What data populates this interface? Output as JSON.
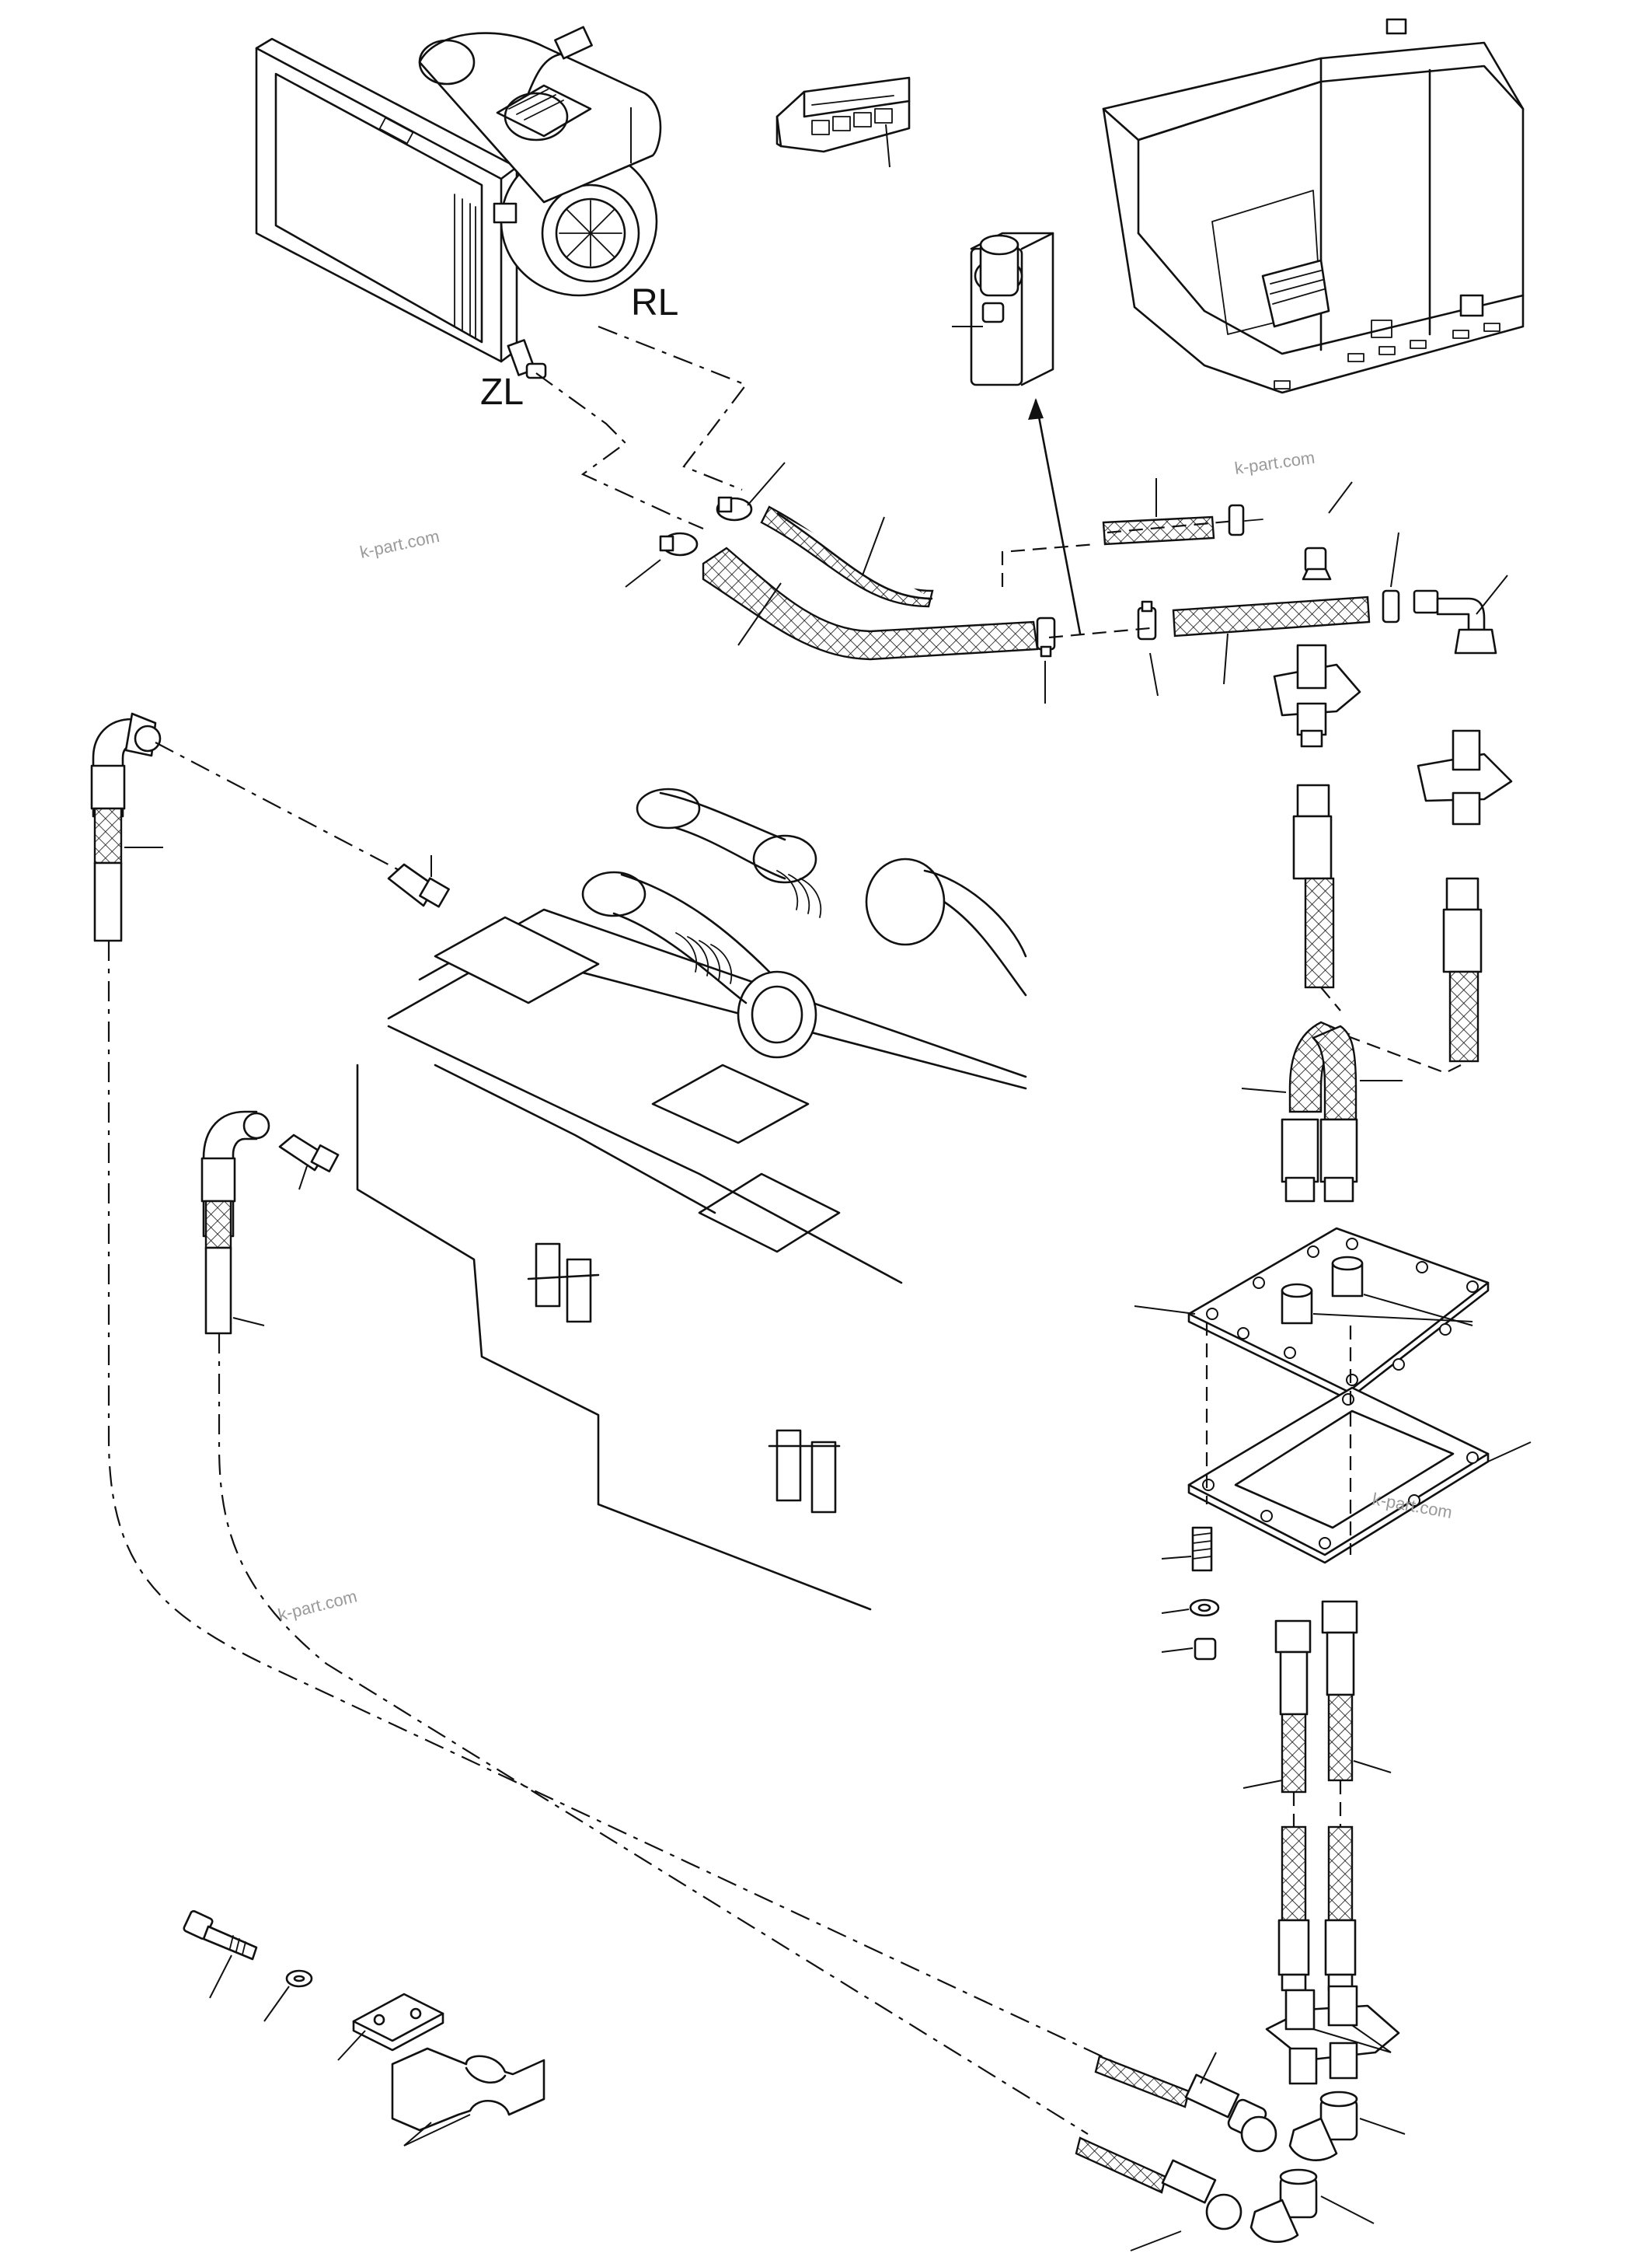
{
  "labels": {
    "return_line": "RL",
    "supply_line": "ZL"
  },
  "watermarks": [
    "k-part.com",
    "k-part.com",
    "k-part.com",
    "k-part.com"
  ]
}
